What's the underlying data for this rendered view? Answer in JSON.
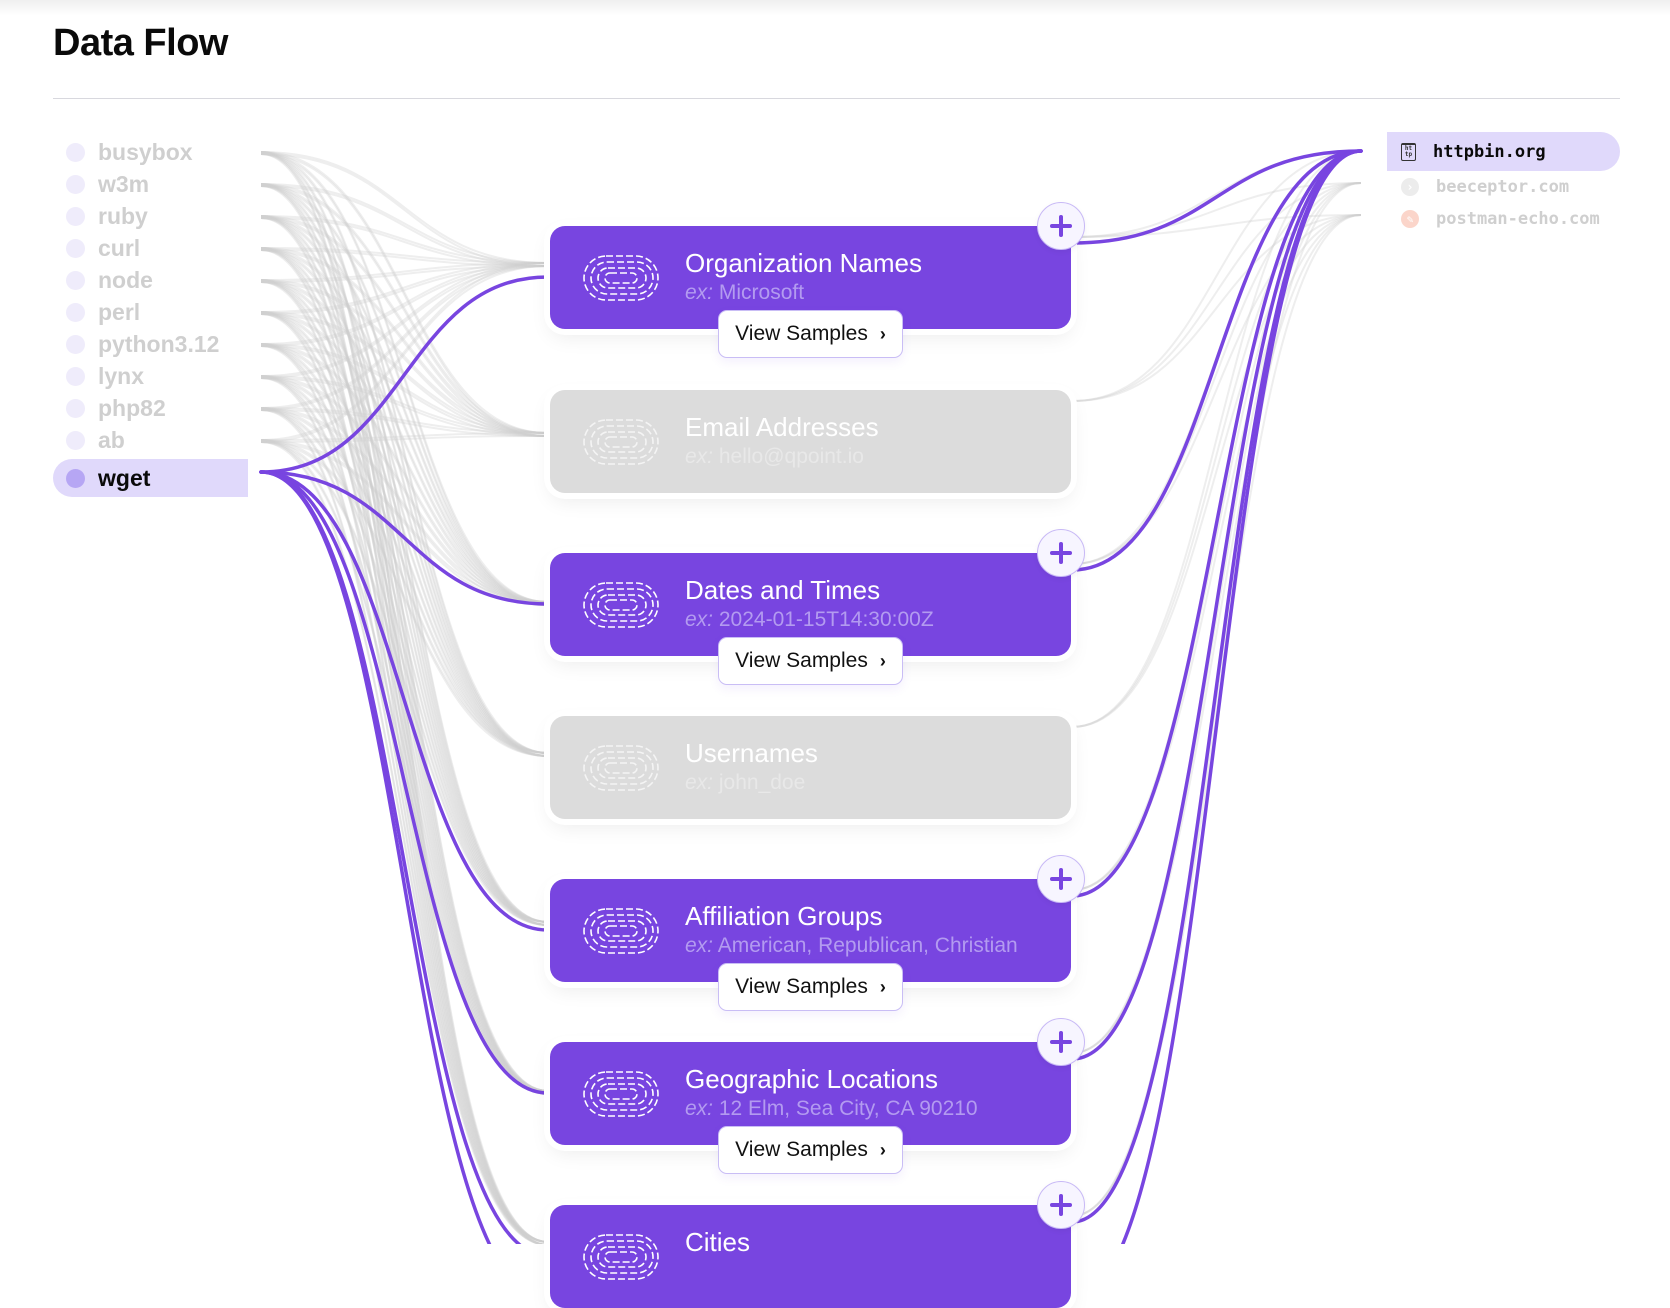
{
  "header": {
    "title": "Data Flow"
  },
  "colors": {
    "accent": "#7845e0",
    "highlight": "#e0d9fb",
    "muted_card": "#dcdcdc",
    "muted_text": "#cfcfcf"
  },
  "sources": [
    {
      "label": "busybox",
      "active": false
    },
    {
      "label": "w3m",
      "active": false
    },
    {
      "label": "ruby",
      "active": false
    },
    {
      "label": "curl",
      "active": false
    },
    {
      "label": "node",
      "active": false
    },
    {
      "label": "perl",
      "active": false
    },
    {
      "label": "python3.12",
      "active": false
    },
    {
      "label": "lynx",
      "active": false
    },
    {
      "label": "php82",
      "active": false
    },
    {
      "label": "ab",
      "active": false
    },
    {
      "label": "wget",
      "active": true
    }
  ],
  "destinations": [
    {
      "label": "httpbin.org",
      "icon": "http-trash-icon",
      "icon_text_top": "ht",
      "icon_text_bottom": "tp",
      "active": true
    },
    {
      "label": "beeceptor.com",
      "icon": "chevron-circle-icon",
      "glyph": "›",
      "active": false
    },
    {
      "label": "postman-echo.com",
      "icon": "postman-icon",
      "glyph": "✎",
      "active": false
    }
  ],
  "cards": [
    {
      "title": "Organization Names",
      "ex_prefix": "ex:",
      "example": "Microsoft",
      "active": true,
      "view_samples": "View Samples",
      "chevron": "›"
    },
    {
      "title": "Email Addresses",
      "ex_prefix": "ex:",
      "example": "hello@qpoint.io",
      "active": false
    },
    {
      "title": "Dates and Times",
      "ex_prefix": "ex:",
      "example": "2024-01-15T14:30:00Z",
      "active": true,
      "view_samples": "View Samples",
      "chevron": "›"
    },
    {
      "title": "Usernames",
      "ex_prefix": "ex:",
      "example": "john_doe",
      "active": false
    },
    {
      "title": "Affiliation Groups",
      "ex_prefix": "ex:",
      "example": "American, Republican, Christian",
      "active": true,
      "view_samples": "View Samples",
      "chevron": "›"
    },
    {
      "title": "Geographic Locations",
      "ex_prefix": "ex:",
      "example": "12 Elm, Sea City, CA 90210",
      "active": true,
      "view_samples": "View Samples",
      "chevron": "›"
    },
    {
      "title": "Cities",
      "ex_prefix": "ex:",
      "example": "",
      "active": true
    }
  ]
}
